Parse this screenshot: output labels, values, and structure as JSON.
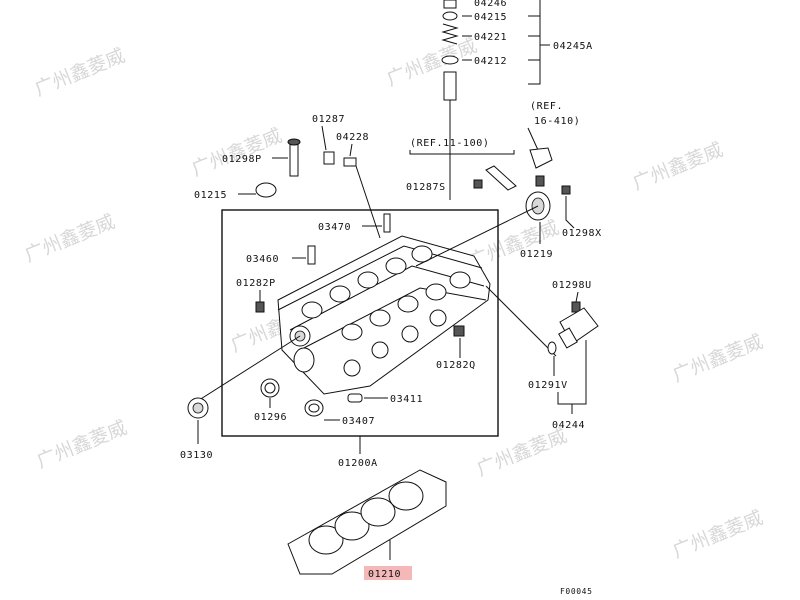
{
  "diagram": {
    "watermark": "广州鑫菱威",
    "figure_id": "F00045",
    "highlight_color": "#f4b8b8",
    "parts": {
      "p04246": "04246",
      "p04215": "04215",
      "p04221": "04221",
      "p04245A": "04245A",
      "p04212": "04212",
      "ref16": "(REF.",
      "ref16b": "16-410)",
      "p01287": "01287",
      "p04228": "04228",
      "ref11": "(REF.11-100)",
      "p01298P": "01298P",
      "p01215": "01215",
      "p01287S": "01287S",
      "p01298X": "01298X",
      "p03470": "03470",
      "p01219": "01219",
      "p03460": "03460",
      "p01298U": "01298U",
      "p01282P": "01282P",
      "p01282Q": "01282Q",
      "p01291V": "01291V",
      "p03411": "03411",
      "p01296": "01296",
      "p03407": "03407",
      "p04244": "04244",
      "p03130": "03130",
      "p01200A": "01200A",
      "p01210": "01210"
    }
  }
}
